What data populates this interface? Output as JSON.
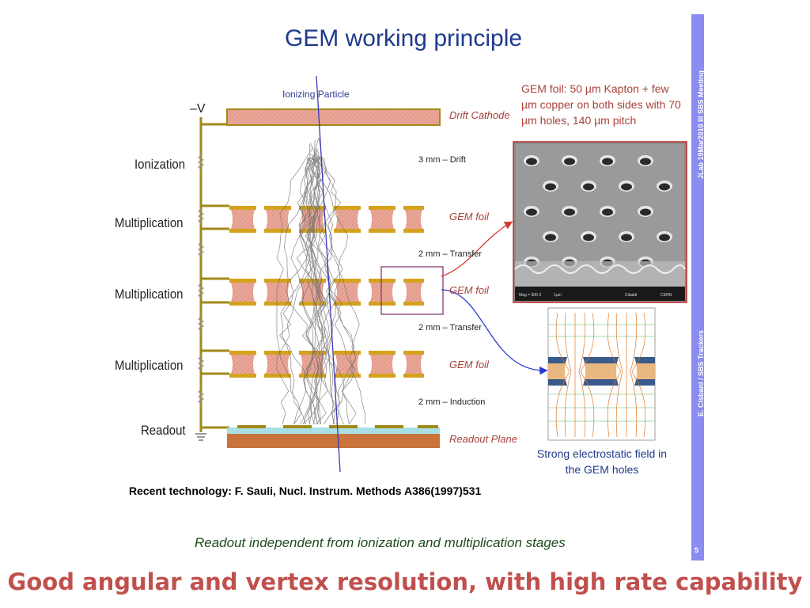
{
  "title": "GEM working principle",
  "sidebar": {
    "top_text": "JLab 19Mar2010 III SBS Meeting",
    "mid_text": "E. Cisbani / SBS Trackers",
    "page": "5"
  },
  "diagram": {
    "voltage_label": "–V",
    "particle_label": "Ionizing Particle",
    "stage_labels": [
      "Ionization",
      "Multiplication",
      "Multiplication",
      "Multiplication",
      "Readout"
    ],
    "right_labels": [
      "Drift Cathode",
      "GEM foil",
      "GEM foil",
      "GEM foil",
      "Readout Plane"
    ],
    "gap_labels": [
      "3 mm – Drift",
      "2 mm – Transfer",
      "2 mm – Transfer",
      "2 mm – Induction"
    ],
    "sem_scale_labels": [
      "Mag = 300 X",
      "1µm",
      "Cibaldi",
      "CERN"
    ],
    "colors": {
      "foil_copper": "#d4a21c",
      "foil_kapton": "#e8a89a",
      "wire": "#a08a1a",
      "particle_track": "#3a3ab8",
      "arrow_red": "#d43a2a",
      "arrow_blue": "#2a3ad4",
      "highlight_box": "#7a2a6a",
      "readout_plane": "#c8743a"
    }
  },
  "foil_caption": "GEM foil: 50 µm Kapton + few µm copper on both sides with 70 µm holes, 140 µm pitch",
  "field_caption": "Strong electrostatic field in the GEM holes",
  "reference": "Recent technology: F. Sauli, Nucl. Instrum. Methods A386(1997)531",
  "note": "Readout independent from ionization and multiplication stages",
  "headline": "Good angular and vertex resolution, with high rate capability"
}
